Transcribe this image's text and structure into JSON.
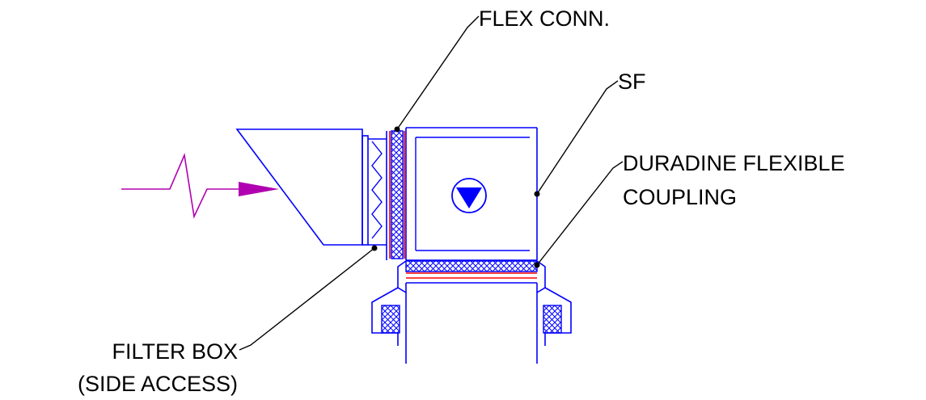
{
  "labels": {
    "flex_conn": "FLEX CONN.",
    "sf": "SF",
    "duradine_line1": "DURADINE FLEXIBLE",
    "duradine_line2": "COUPLING",
    "filter_box_line1": "FILTER BOX",
    "filter_box_line2": "(SIDE ACCESS)"
  },
  "colors": {
    "equipment": "#0000ff",
    "flex_red": "#ff0000",
    "airflow_arrow": "#b000b0",
    "leader": "#000000",
    "text": "#000000"
  },
  "icons": {
    "fan_symbol": "triangle-down-in-circle-icon",
    "airflow": "zigzag-arrow-icon"
  }
}
